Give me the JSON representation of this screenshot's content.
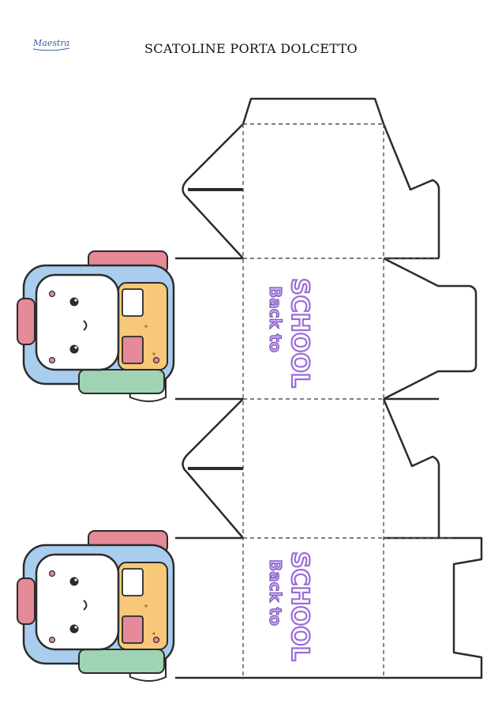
{
  "header": {
    "title": "SCATOLINE PORTA DOLCETTO",
    "logo_text": "Maestra"
  },
  "box_labels": [
    {
      "line1": "Back to",
      "line2": "SCHOOL"
    },
    {
      "line1": "Back to",
      "line2": "SCHOOL"
    }
  ],
  "colors": {
    "outline": "#2b2b2b",
    "backpack_blue": "#a8cdee",
    "backpack_pink": "#e48a98",
    "backpack_orange": "#f6c877",
    "backpack_green": "#9fd3b3",
    "logo_blue": "#3b5ea8",
    "text_purple": "#9b6cd6"
  },
  "icons": [
    "backpack-illustration",
    "backpack-illustration"
  ]
}
